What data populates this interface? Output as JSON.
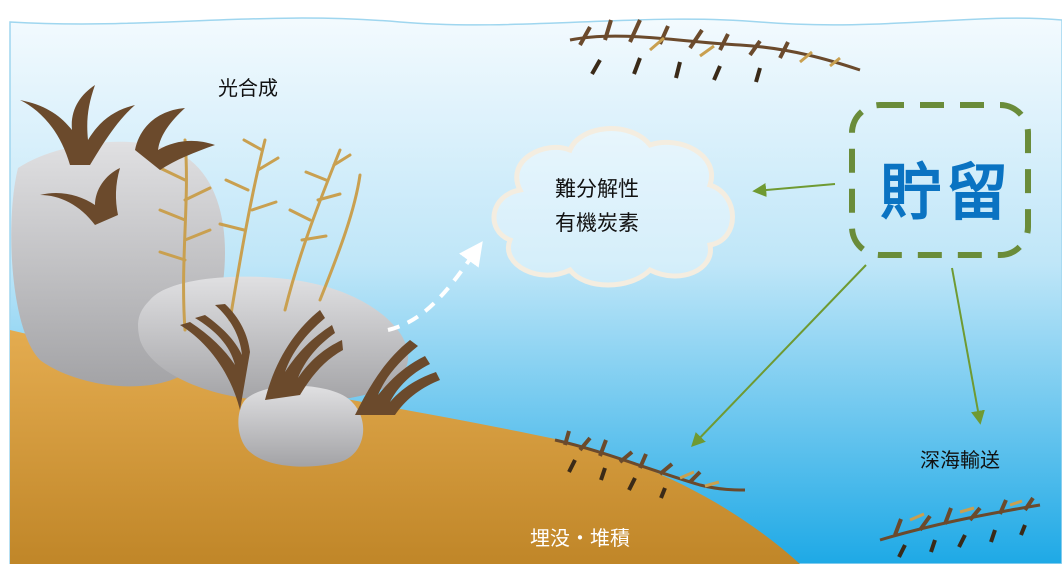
{
  "labels": {
    "photosynthesis": "光合成",
    "refractory_line1": "難分解性",
    "refractory_line2": "有機炭素",
    "storage": "貯留",
    "deep_sea_transport": "深海輸送",
    "burial": "埋没・堆積"
  },
  "colors": {
    "water_top": "#eaf6fd",
    "water_bottom": "#1aa7e4",
    "sand": "#e0a64a",
    "rock": "#c7c7c9",
    "seaweed_dark": "#6b4a2c",
    "seaweed_light": "#c9a050",
    "arrow": "#6f9a32",
    "storage_text": "#0a73c2",
    "storage_border": "#6a8c3a"
  }
}
